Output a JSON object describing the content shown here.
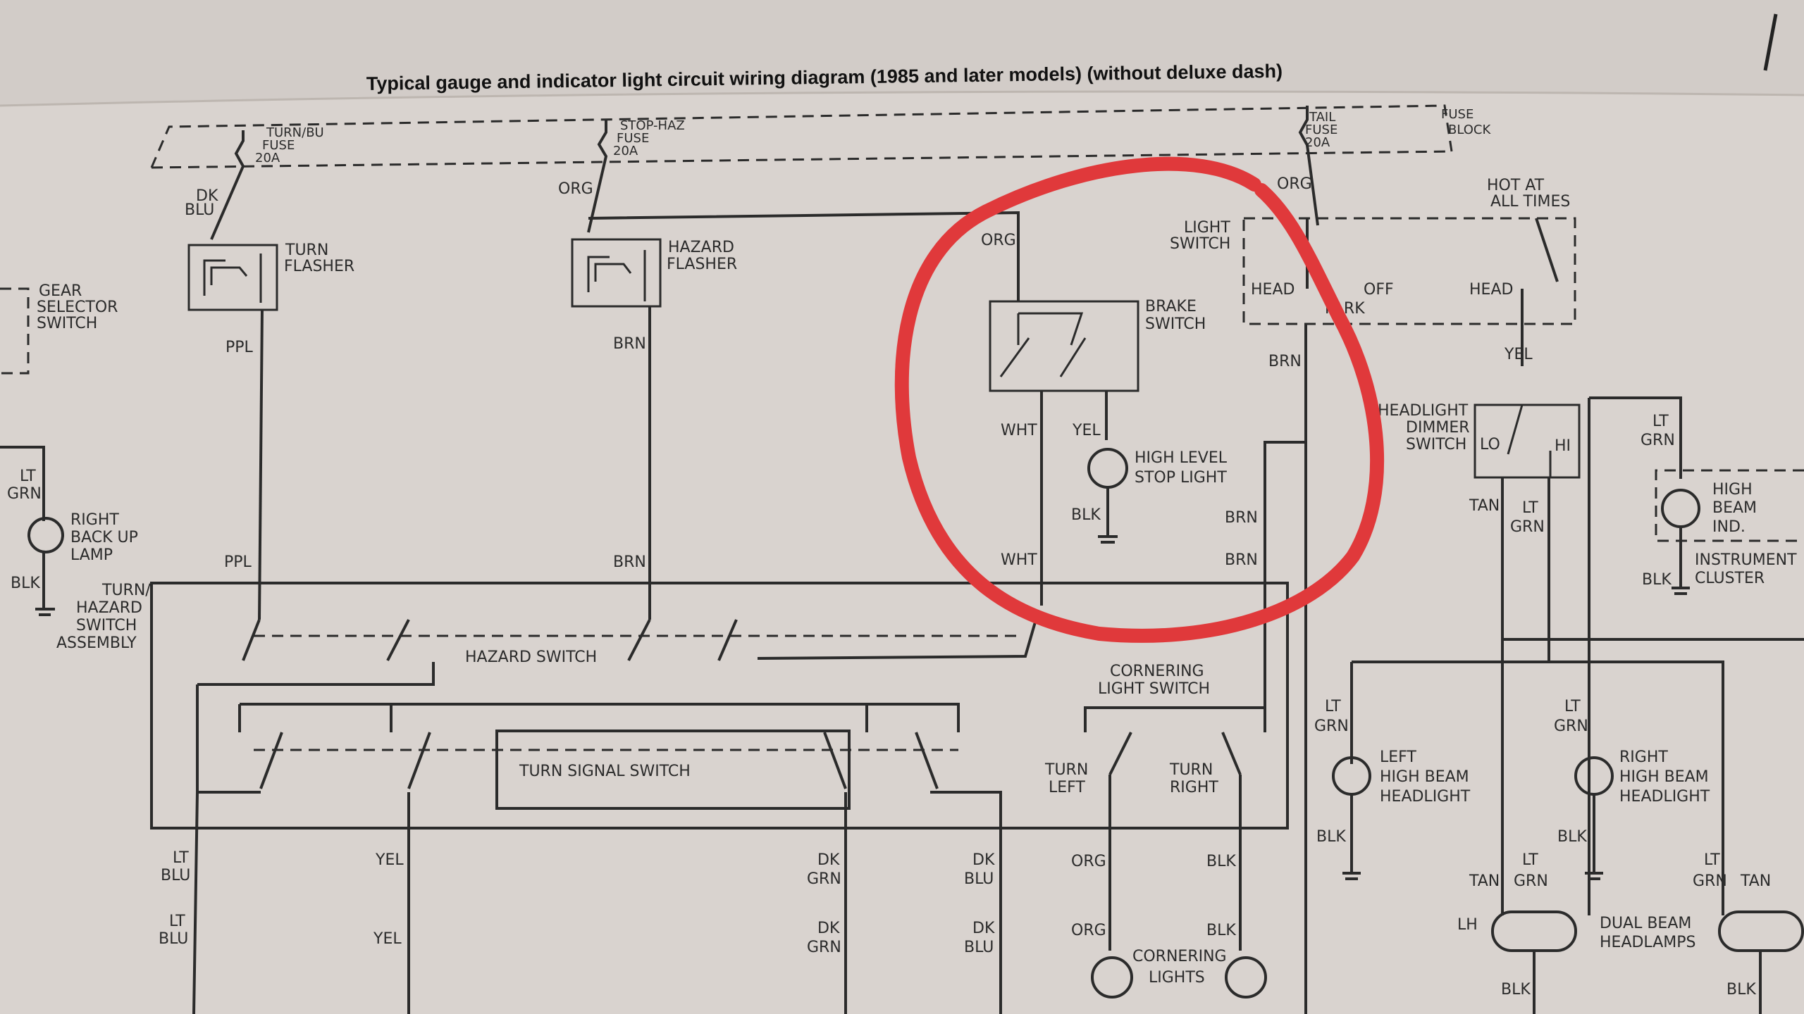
{
  "title": "Typical gauge and indicator light circuit wiring diagram (1985 and later models) (without deluxe dash)",
  "components": {
    "turn_fuse": [
      "TURN/BU",
      "FUSE",
      "20A"
    ],
    "stop_fuse": [
      "STOP-HAZ",
      "FUSE",
      "20A"
    ],
    "tail_fuse": [
      "TAIL",
      "FUSE",
      "20A"
    ],
    "fuse_block": [
      "FUSE",
      "BLOCK"
    ],
    "turn_flasher": [
      "TURN",
      "FLASHER"
    ],
    "hazard_flasher": [
      "HAZARD",
      "FLASHER"
    ],
    "gear_selector": [
      "GEAR",
      "SELECTOR",
      "SWITCH"
    ],
    "brake_switch": [
      "BRAKE",
      "SWITCH"
    ],
    "light_switch": [
      "LIGHT",
      "SWITCH"
    ],
    "hot_at_all_times": [
      "HOT AT",
      "ALL TIMES"
    ],
    "high_level_stop": [
      "HIGH LEVEL",
      "STOP LIGHT"
    ],
    "headlight_dimmer": [
      "HEADLIGHT",
      "DIMMER",
      "SWITCH"
    ],
    "high_beam_ind": [
      "HIGH",
      "BEAM",
      "IND."
    ],
    "instrument_cluster": [
      "INSTRUMENT",
      "CLUSTER"
    ],
    "right_backup": [
      "RIGHT",
      "BACK UP",
      "LAMP"
    ],
    "turn_hazard_assembly": [
      "TURN/",
      "HAZARD",
      "SWITCH",
      "ASSEMBLY"
    ],
    "hazard_switch": "HAZARD SWITCH",
    "turn_signal_switch": "TURN SIGNAL SWITCH",
    "cornering_light_switch": [
      "CORNERING",
      "LIGHT SWITCH"
    ],
    "turn_left": [
      "TURN",
      "LEFT"
    ],
    "turn_right": [
      "TURN",
      "RIGHT"
    ],
    "cornering_lights": [
      "CORNERING",
      "LIGHTS"
    ],
    "left_high_beam": [
      "LEFT",
      "HIGH BEAM",
      "HEADLIGHT"
    ],
    "right_high_beam": [
      "RIGHT",
      "HIGH BEAM",
      "HEADLIGHT"
    ],
    "dual_beam": [
      "DUAL BEAM",
      "HEADLAMPS"
    ],
    "head": "HEAD",
    "off": "OFF",
    "park": "PARK",
    "lo": "LO",
    "hi": "HI",
    "lh": "LH"
  },
  "wires": {
    "dk_blu": [
      "DK",
      "BLU"
    ],
    "org": "ORG",
    "ppl": "PPL",
    "brn": "BRN",
    "wht": "WHT",
    "yel": "YEL",
    "blk": "BLK",
    "tan": "TAN",
    "lt_grn": [
      "LT",
      "GRN"
    ],
    "lt_blu": [
      "LT",
      "BLU"
    ],
    "dk_grn": [
      "DK",
      "GRN"
    ]
  },
  "annotation_color": "#e0393b"
}
